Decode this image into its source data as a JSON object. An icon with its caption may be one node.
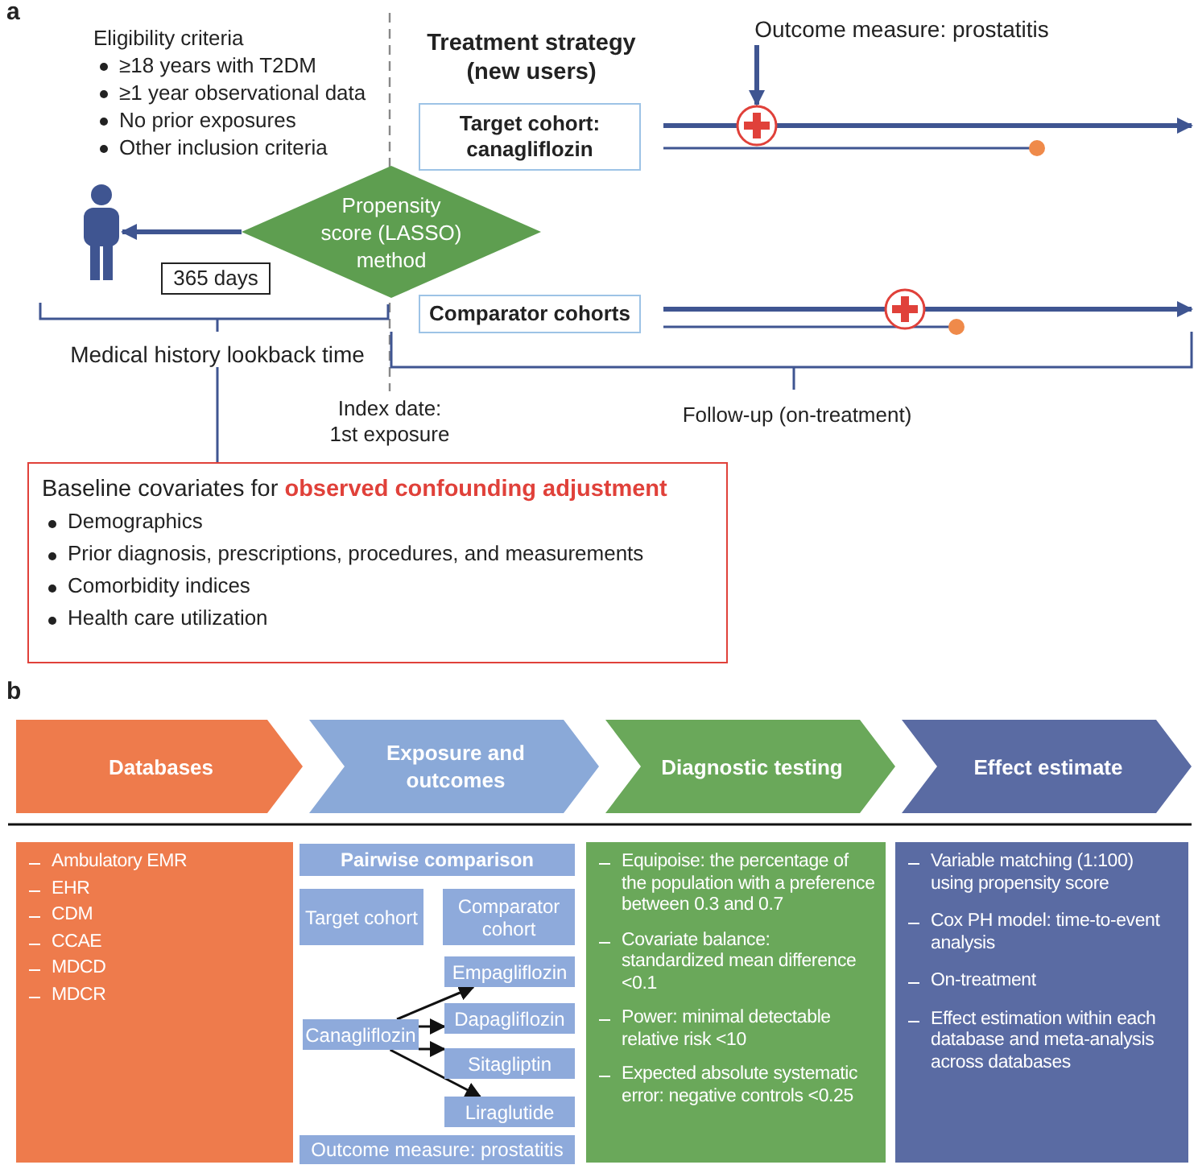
{
  "diagram": {
    "nodes": [
      {
        "text": [
          "Outcome measure: prostatitis"
        ]
      },
      {
        "text": [
          "Target cohort: canagliflozin"
        ]
      },
      {
        "text": [],
        "shape": "circle"
      },
      {
        "text": [],
        "shape": "person"
      },
      {
        "text": [
          "Propensity score (LASSO) method"
        ]
      },
      {
        "text": [
          "365 days"
        ]
      },
      {
        "text": [
          "Comparator cohorts"
        ]
      },
      {
        "text": [],
        "shape": "circle"
      },
      {
        "text": [
          "Medical history lookback time"
        ]
      },
      {
        "text": [
          "Baseline covariates for **observed confounding adjustment**",
          "Demographics",
          "Prior diagnosis, prescriptions, procedures, and measurements",
          "Comorbidity indices",
          "Health care utilization"
        ]
      },
      {
        "text": [
          "Databases"
        ]
      },
      {
        "text": [
          "Exposure and outcomes"
        ]
      },
      {
        "text": [
          "Diagnostic testing"
        ]
      },
      {
        "text": [
          "Effect estimate"
        ]
      },
      {
        "text": [
          "Ambulatory EMR",
          "EHR",
          "CDM",
          "CCAE",
          "MDCD",
          "MDCR"
        ]
      },
      {
        "text": [
          "Pairwise comparison"
        ]
      },
      {
        "text": [
          "Target cohort"
        ]
      },
      {
        "text": [
          "Comparator cohort"
        ]
      },
      {
        "text": [
          "Canagliflozin"
        ]
      },
      {
        "text": [
          "Empagliflozin"
        ]
      },
      {
        "text": [
          "Dapagliflozin"
        ]
      },
      {
        "text": [
          "Sitagliptin"
        ]
      },
      {
        "text": [
          "Liraglutide"
        ]
      },
      {
        "text": [
          "Outcome measure: prostatitis"
        ]
      },
      {
        "text": [
          "Equipoise: the percentage of the population with a preference between 0.3 and 0.7",
          "Covariate balance: standardized mean difference <0.1",
          "Power: minimal detectable relative risk <10",
          "Expected absolute systematic error: negative controls <0.25"
        ]
      },
      {
        "text": [
          "Variable matching (1:100) using propensity score",
          "Cox PH model: time-to-event analysis",
          "On-treatment",
          "Effect estimation within each database and meta-analysis across databases"
        ]
      }
    ],
    "edges": [
      {
        "from": 0,
        "to": 2,
        "arrow": "to",
        "style": "thick",
        "color": "#3f5591"
      },
      {
        "from": 4,
        "to": 3,
        "arrow": "to",
        "style": "thick",
        "color": "#3f5591"
      },
      {
        "from": 8,
        "to": 9,
        "arrow": "none",
        "color": "#3f5591"
      },
      {
        "from": 18,
        "to": 19,
        "arrow": "to"
      },
      {
        "from": 18,
        "to": 20,
        "arrow": "to"
      },
      {
        "from": 18,
        "to": 21,
        "arrow": "to"
      },
      {
        "from": 18,
        "to": 22,
        "arrow": "to"
      }
    ],
    "labels": [
      "a",
      "Eligibility criteria",
      "≥18 years with T2DM",
      "≥1 year observational data",
      "No prior exposures",
      "Other inclusion criteria",
      "Treatment strategy (new users)",
      "Index date: 1st exposure",
      "Follow-up (on-treatment)",
      "b"
    ]
  }
}
